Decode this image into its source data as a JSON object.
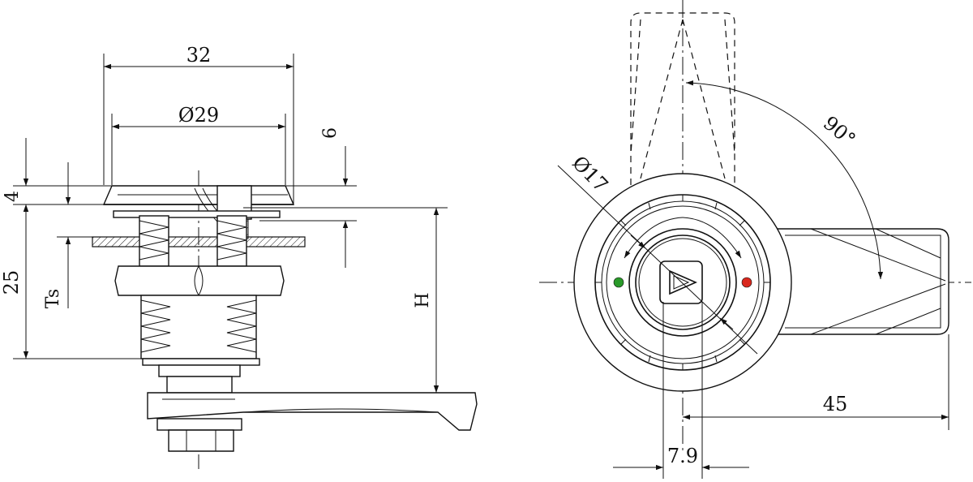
{
  "left_view": {
    "dims": {
      "width_total": "32",
      "diameter_head": "Ø29",
      "head_height": "4",
      "gap": "6",
      "length": "25",
      "ts": "Ts",
      "h": "H"
    }
  },
  "right_view": {
    "dims": {
      "diameter_face": "Ø17",
      "angle": "90°",
      "lever_length": "45",
      "key_width": "7.9"
    },
    "indicators": {
      "green_color": "#2a9a2a",
      "red_color": "#d9281e"
    }
  }
}
